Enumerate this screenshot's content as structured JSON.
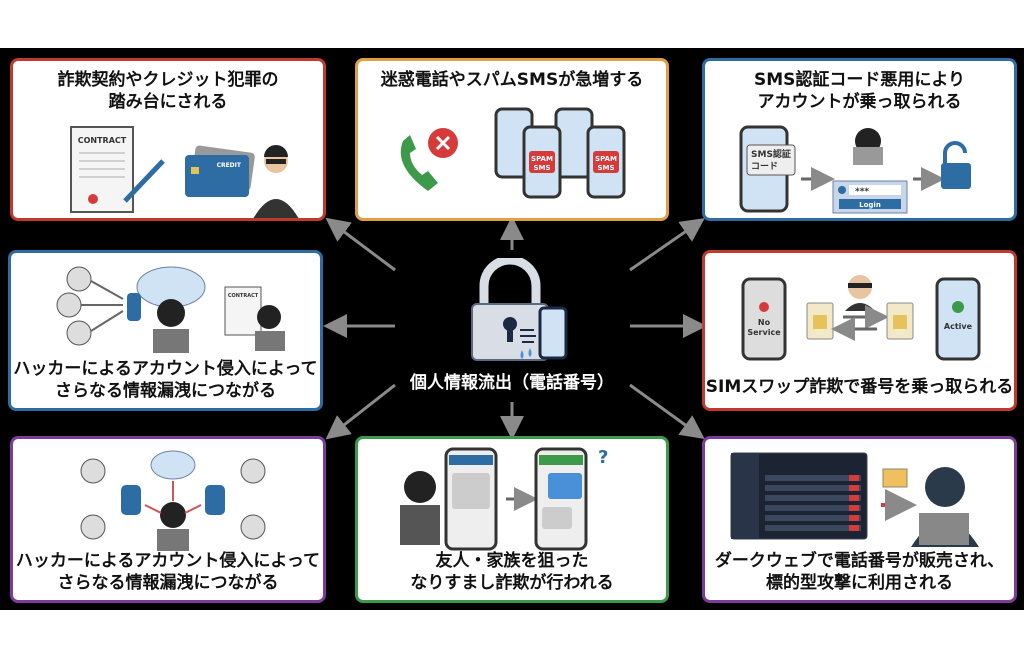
{
  "center": {
    "label": "個人情報流出（電話番号）",
    "icon": "padlock-leak-phone-icon"
  },
  "cards": [
    {
      "id": "fraud-contract",
      "title_lines": [
        "詐欺契約やクレジット犯罪の",
        "踏み台にされる"
      ],
      "border": "#c0392b",
      "art_text": {
        "contract": "CONTRACT",
        "card": "CREDIT"
      }
    },
    {
      "id": "spam",
      "title_lines": [
        "迷惑電話やスパムSMSが急増する"
      ],
      "border": "#e0a040",
      "art_text": {
        "spam_line1": "SPAM",
        "spam_line2": "SMS"
      }
    },
    {
      "id": "sms-code",
      "title_lines": [
        "SMS認証コード悪用により",
        "アカウントが乗っ取られる"
      ],
      "border": "#2e6da4",
      "art_text": {
        "bubble_line1": "SMS認証",
        "bubble_line2": "コード",
        "password": "***",
        "login": "Login"
      }
    },
    {
      "id": "hacker-leak-1",
      "title_lines": [
        "ハッカーによるアカウント侵入によって",
        "さらなる情報漏洩につながる"
      ],
      "border": "#2e6da4",
      "art_text": {
        "contract": "CONTRACT"
      }
    },
    {
      "id": "sim-swap",
      "title_lines": [
        "SIMスワップ詐欺で番号を乗っ取られる"
      ],
      "border": "#c0392b",
      "art_text": {
        "no_service_1": "No",
        "no_service_2": "Service",
        "active": "Active"
      }
    },
    {
      "id": "hacker-leak-2",
      "title_lines": [
        "ハッカーによるアカウント侵入によって",
        "さらなる情報漏洩につながる"
      ],
      "border": "#7d3c98"
    },
    {
      "id": "impersonation",
      "title_lines": [
        "友人・家族を狙った",
        "なりすまし詐欺が行われる"
      ],
      "border": "#3c9a4a",
      "art_text": {
        "question": "?"
      }
    },
    {
      "id": "dark-web",
      "title_lines": [
        "ダークウェブで電話番号が販売され、",
        "標的型攻撃に利用される"
      ],
      "border": "#7d3c98"
    }
  ],
  "colors": {
    "background": "#000000",
    "arrow": "#8a8a8a",
    "lock": "#d8dde6",
    "phone_screen": "#cfe3f5",
    "danger": "#d63b3b"
  }
}
